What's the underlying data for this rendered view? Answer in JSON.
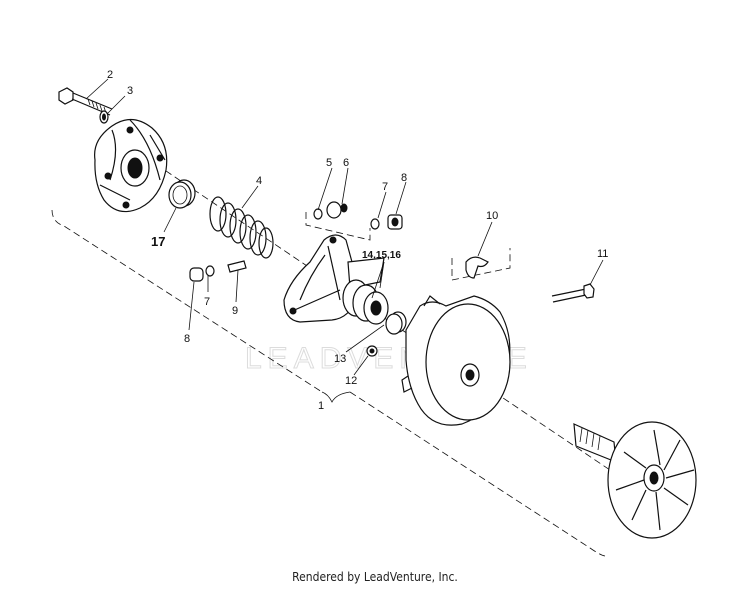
{
  "watermark": "LEADVENTURE",
  "footer": "Rendered by LeadVenture, Inc.",
  "part_labels": {
    "p1": "1",
    "p2": "2",
    "p3": "3",
    "p4": "4",
    "p5": "5",
    "p6": "6",
    "p7a": "7",
    "p8a": "8",
    "p7b": "7",
    "p8b": "8",
    "p9": "9",
    "p10": "10",
    "p11": "11",
    "p12": "12",
    "p13": "13",
    "p14_16": "14,15,16",
    "p17": "17"
  },
  "colors": {
    "ink": "#111111",
    "watermark": "#dcdcdc",
    "background": "#ffffff"
  }
}
